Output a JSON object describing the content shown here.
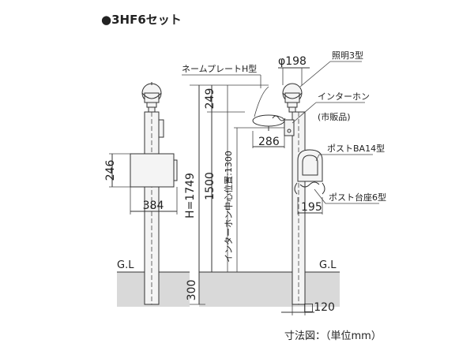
{
  "title": "●3HF6セット",
  "labels": {
    "nameplate": "ネームプレートH型",
    "light": "照明3型",
    "intercom": "インターホン",
    "intercom_sub": "(市販品)",
    "post_box": "ポストBA14型",
    "post_stand": "ポスト台座6型",
    "intercom_center": "インターホン中心位置:1300",
    "gl_left": "G.L",
    "gl_right": "G.L",
    "footer": "寸法図：（単位mm）"
  },
  "dimensions": {
    "d246": "246",
    "d384": "384",
    "height": "H=1749",
    "d1500": "1500",
    "d249": "249",
    "d300": "300",
    "phi198": "φ198",
    "d286": "286",
    "d195": "195",
    "d120": "□120"
  },
  "colors": {
    "ground": "#d9d9d9",
    "line": "#333333"
  }
}
